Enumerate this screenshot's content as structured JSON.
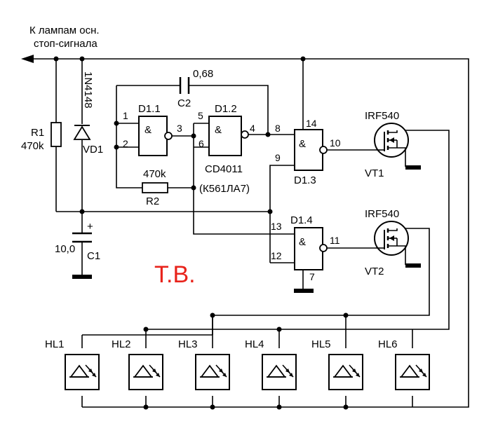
{
  "header": {
    "line1": "К лампам осн.",
    "line2": "стоп-сигнала"
  },
  "components": {
    "r1": {
      "ref": "R1",
      "value": "470k"
    },
    "r2": {
      "ref": "R2",
      "value": "470k"
    },
    "vd1": {
      "ref": "VD1",
      "part": "1N4148"
    },
    "c1": {
      "ref": "C1",
      "value": "10,0",
      "polarity": "+"
    },
    "c2": {
      "ref": "C2",
      "value": "0,68"
    },
    "vt1": {
      "ref": "VT1",
      "part": "IRF540"
    },
    "vt2": {
      "ref": "VT2",
      "part": "IRF540"
    },
    "chip": {
      "part": "CD4011",
      "analog": "(К561ЛА7)"
    }
  },
  "gates": [
    {
      "ref": "D1.1",
      "symbol": "&",
      "pins": [
        "1",
        "2",
        "3"
      ]
    },
    {
      "ref": "D1.2",
      "symbol": "&",
      "pins": [
        "5",
        "6",
        "4"
      ]
    },
    {
      "ref": "D1.3",
      "symbol": "&",
      "pins": [
        "8",
        "9",
        "10"
      ]
    },
    {
      "ref": "D1.4",
      "symbol": "&",
      "pins": [
        "13",
        "12",
        "11"
      ]
    }
  ],
  "power_pins": {
    "vdd": "14",
    "vss": "7"
  },
  "lamps": [
    "HL1",
    "HL2",
    "HL3",
    "HL4",
    "HL5",
    "HL6"
  ],
  "watermark": {
    "text": "Т.В.",
    "color": "#e8231b"
  }
}
